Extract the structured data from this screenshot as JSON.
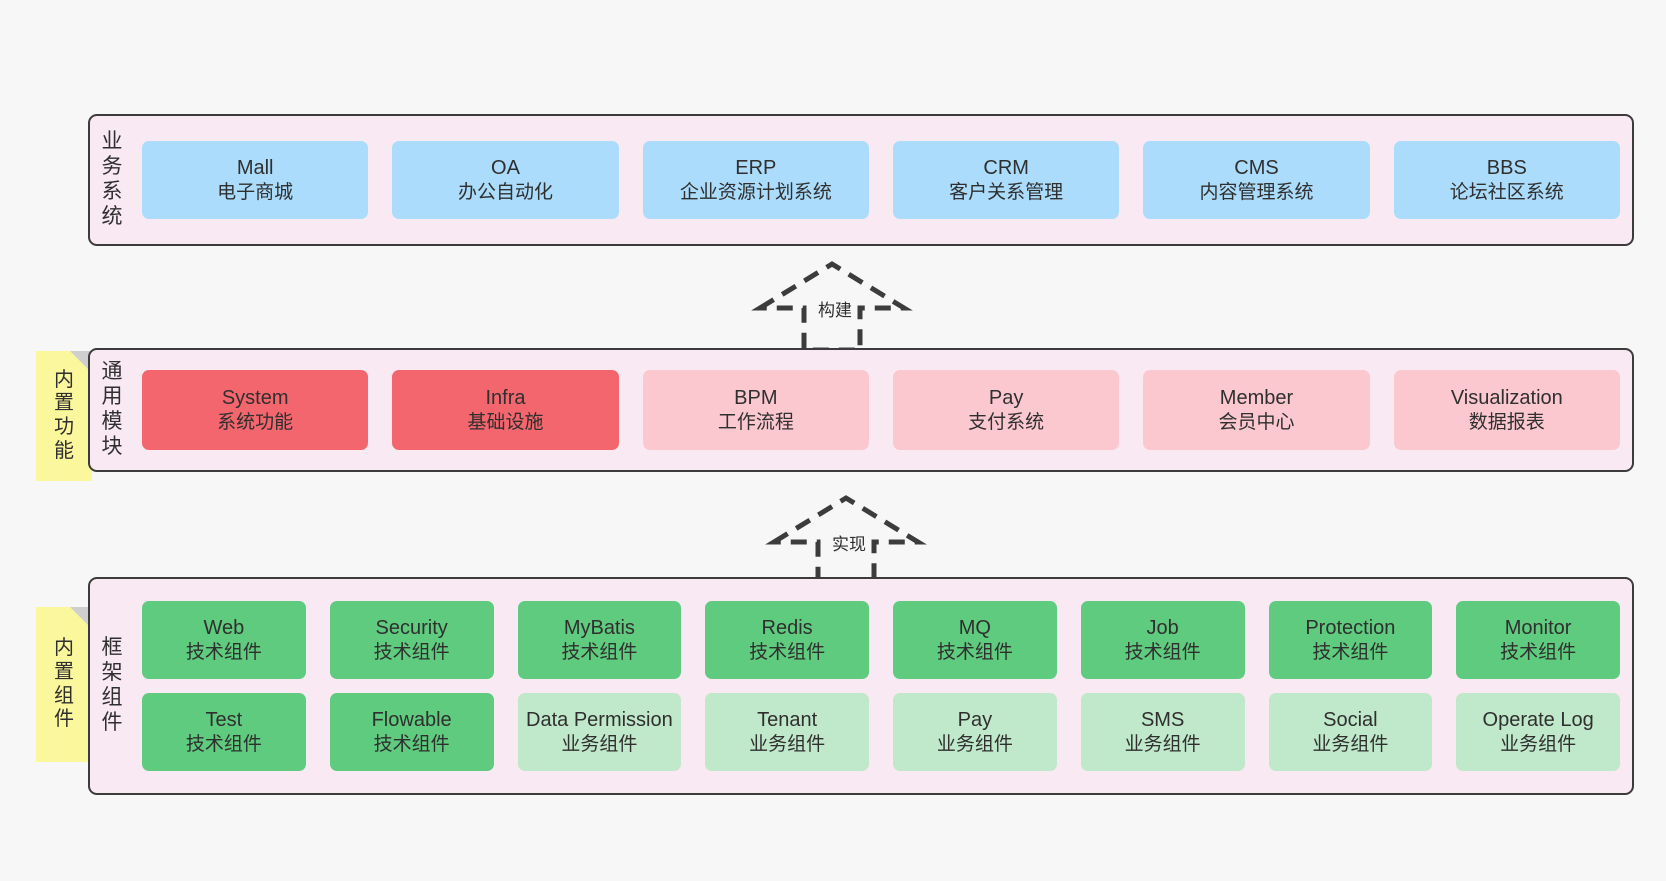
{
  "page": {
    "background_color": "#f7f7f7",
    "container_fill": "#f9e9f3",
    "container_border": "#3c3c3c"
  },
  "sections": {
    "business": {
      "title": "业务系统",
      "title_chars": [
        "业",
        "务",
        "系",
        "统"
      ],
      "card_color": "#abdcfb",
      "cards": [
        {
          "en": "Mall",
          "cn": "电子商城"
        },
        {
          "en": "OA",
          "cn": "办公自动化"
        },
        {
          "en": "ERP",
          "cn": "企业资源计划系统"
        },
        {
          "en": "CRM",
          "cn": "客户关系管理"
        },
        {
          "en": "CMS",
          "cn": "内容管理系统"
        },
        {
          "en": "BBS",
          "cn": "论坛社区系统"
        }
      ]
    },
    "common": {
      "title": "通用模块",
      "title_chars": [
        "通",
        "用",
        "模",
        "块"
      ],
      "note": "内置功能",
      "note_chars": [
        "内",
        "置",
        "功",
        "能"
      ],
      "note_color": "#fbf79d",
      "highlight_color": "#f4666e",
      "normal_color": "#fbc8d0",
      "cards": [
        {
          "en": "System",
          "cn": "系统功能",
          "variant": "c-red"
        },
        {
          "en": "Infra",
          "cn": "基础设施",
          "variant": "c-red"
        },
        {
          "en": "BPM",
          "cn": "工作流程",
          "variant": "c-pink"
        },
        {
          "en": "Pay",
          "cn": "支付系统",
          "variant": "c-pink"
        },
        {
          "en": "Member",
          "cn": "会员中心",
          "variant": "c-pink"
        },
        {
          "en": "Visualization",
          "cn": "数据报表",
          "variant": "c-pink"
        }
      ]
    },
    "framework": {
      "title": "框架组件",
      "title_chars": [
        "框",
        "架",
        "组",
        "件"
      ],
      "note": "内置组件",
      "note_chars": [
        "内",
        "置",
        "组",
        "件"
      ],
      "note_color": "#fbf79d",
      "tech_color": "#5fcb7e",
      "biz_color": "#c0e8ca",
      "row1": [
        {
          "en": "Web",
          "cn": "技术组件",
          "variant": "c-green"
        },
        {
          "en": "Security",
          "cn": "技术组件",
          "variant": "c-green"
        },
        {
          "en": "MyBatis",
          "cn": "技术组件",
          "variant": "c-green"
        },
        {
          "en": "Redis",
          "cn": "技术组件",
          "variant": "c-green"
        },
        {
          "en": "MQ",
          "cn": "技术组件",
          "variant": "c-green"
        },
        {
          "en": "Job",
          "cn": "技术组件",
          "variant": "c-green"
        },
        {
          "en": "Protection",
          "cn": "技术组件",
          "variant": "c-green"
        },
        {
          "en": "Monitor",
          "cn": "技术组件",
          "variant": "c-green"
        }
      ],
      "row2": [
        {
          "en": "Test",
          "cn": "技术组件",
          "variant": "c-green"
        },
        {
          "en": "Flowable",
          "cn": "技术组件",
          "variant": "c-green"
        },
        {
          "en": "Data Permission",
          "cn": "业务组件",
          "variant": "c-lightgreen"
        },
        {
          "en": "Tenant",
          "cn": "业务组件",
          "variant": "c-lightgreen"
        },
        {
          "en": "Pay",
          "cn": "业务组件",
          "variant": "c-lightgreen"
        },
        {
          "en": "SMS",
          "cn": "业务组件",
          "variant": "c-lightgreen"
        },
        {
          "en": "Social",
          "cn": "业务组件",
          "variant": "c-lightgreen"
        },
        {
          "en": "Operate Log",
          "cn": "业务组件",
          "variant": "c-lightgreen"
        }
      ]
    }
  },
  "arrows": [
    {
      "id": "build",
      "label": "构建",
      "direction": "up",
      "style": "dashed-hollow"
    },
    {
      "id": "realize",
      "label": "实现",
      "direction": "up",
      "style": "dashed-hollow"
    }
  ]
}
